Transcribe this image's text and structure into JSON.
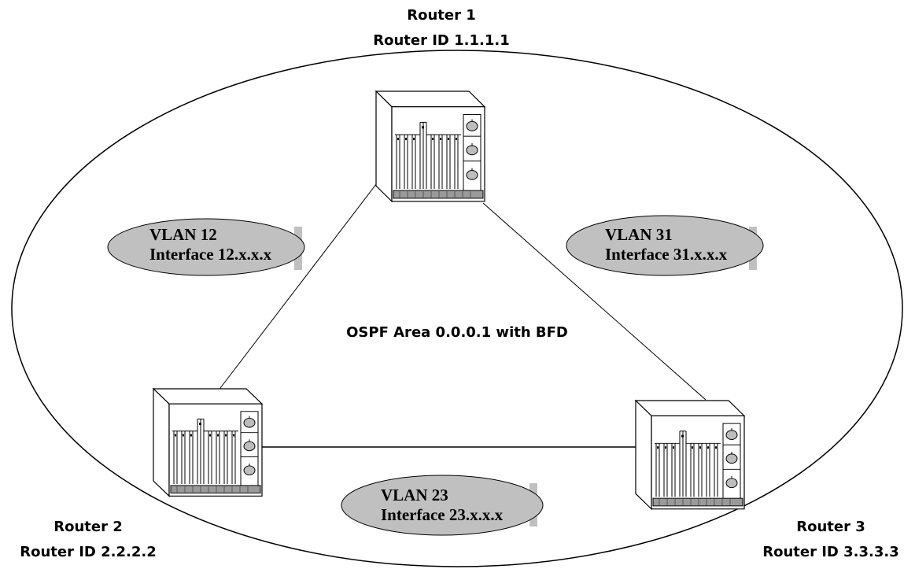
{
  "routers": [
    {
      "name": "Router 1",
      "id_label": "Router ID 1.1.1.1"
    },
    {
      "name": "Router 2",
      "id_label": "Router ID 2.2.2.2"
    },
    {
      "name": "Router 3",
      "id_label": "Router ID 3.3.3.3"
    }
  ],
  "area_label": "OSPF Area 0.0.0.1 with BFD",
  "vlans": [
    {
      "name": "VLAN 12",
      "interface": "Interface 12.x.x.x"
    },
    {
      "name": "VLAN 31",
      "interface": "Interface 31.x.x.x"
    },
    {
      "name": "VLAN 23",
      "interface": "Interface 23.x.x.x"
    }
  ],
  "colors": {
    "vlan_fill": "#c0c0c0",
    "line": "#000000",
    "background": "#ffffff"
  },
  "icons": [
    "router-chassis-icon"
  ]
}
